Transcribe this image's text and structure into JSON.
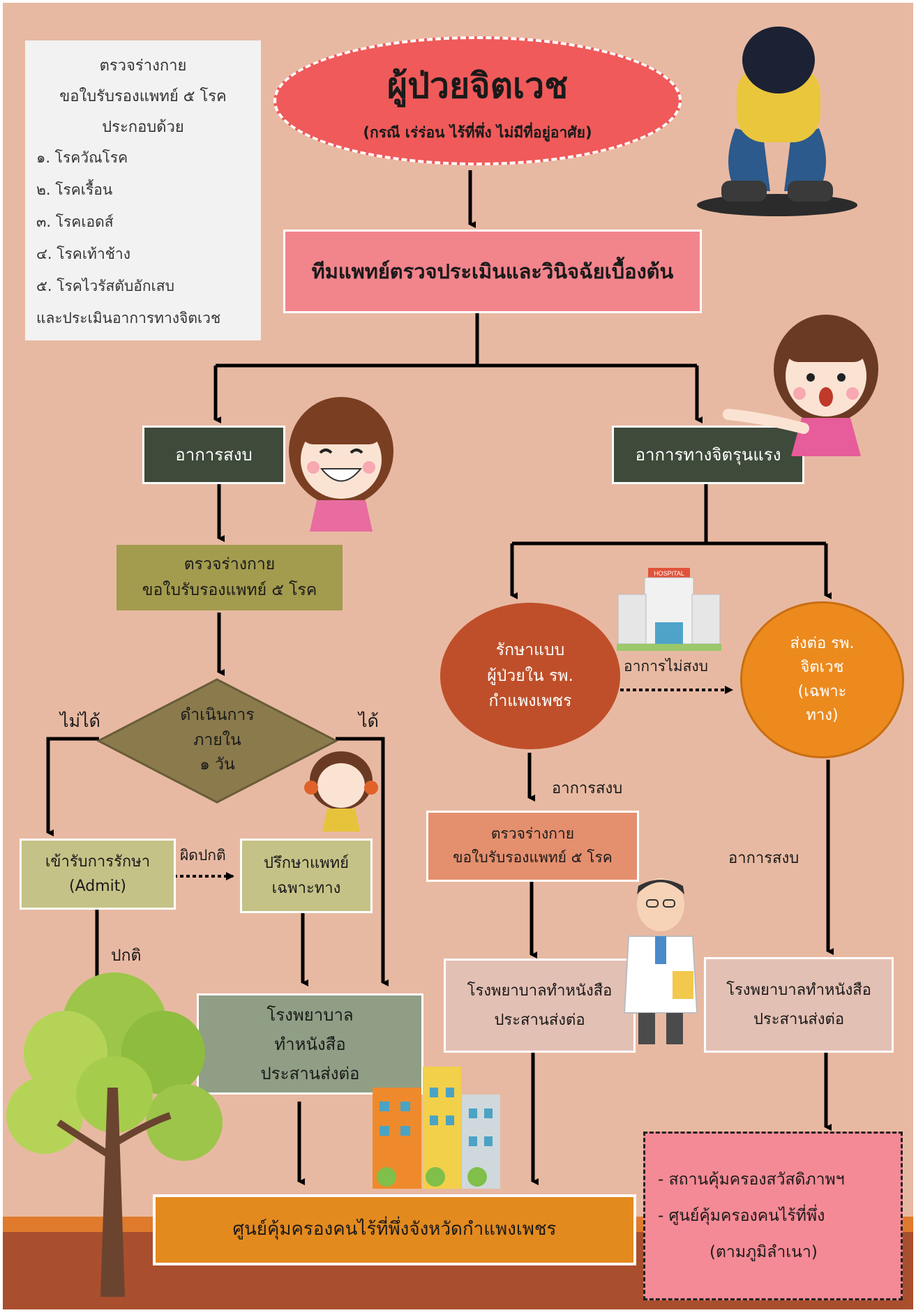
{
  "colors": {
    "background": "#e8b9a2",
    "ground_band": "#e07a2c",
    "ground": "#a94f2e",
    "title_ellipse": "#f05a5a",
    "team_box": "#f2848c",
    "calm_box": "#3e4a3a",
    "severe_box": "#3e4a3a",
    "olive_box": "#a39b4e",
    "diamond": "#8b7a4c",
    "khaki_box": "#c5c287",
    "ortho_box": "#8f9e84",
    "inpatient_circle": "#bf4f2a",
    "psych_circle": "#ec8a1e",
    "salmon_box": "#e48f6e",
    "pink_box": "#e3c0b4",
    "final_box": "#e38a1f",
    "shelter_box": "#f48a95"
  },
  "sidebar": {
    "lines": [
      "ตรวจร่างกาย",
      "ขอใบรับรองแพทย์ ๕ โรค",
      "ประกอบด้วย",
      "๑. โรควัณโรค",
      "๒. โรคเรื้อน",
      "๓. โรคเอดส์",
      "๔. โรคเท้าช้าง",
      "๕. โรคไวรัสตับอักเสบ",
      "และประเมินอาการทางจิตเวช"
    ]
  },
  "title": {
    "main": "ผู้ป่วยจิตเวช",
    "sub": "(กรณี เร่ร่อน ไร้ที่พึ่ง ไม่มีที่อยู่อาศัย)"
  },
  "nodes": {
    "team": "ทีมแพทย์ตรวจประเมินและวินิจฉัยเบื้องต้น",
    "calm": "อาการสงบ",
    "severe": "อาการทางจิตรุนแรง",
    "exam_left": "ตรวจร่างกาย\nขอใบรับรองแพทย์ ๕ โรค",
    "decision": "ดำเนินการ\nภายใน\n๑ วัน",
    "admit": "เข้ารับการรักษา\n(Admit)",
    "consult": "ปรึกษาแพทย์\nเฉพาะทาง",
    "hospital_left": "โรงพยาบาล\nทำหนังสือ\nประสานส่งต่อ",
    "inpatient": "รักษาแบบ\nผู้ป่วยใน รพ.\nกำแพงเพชร",
    "psych": "ส่งต่อ รพ.\nจิตเวช\n(เฉพาะ\nทาง)",
    "exam_mid": "ตรวจร่างกาย\nขอใบรับรองแพทย์ ๕ โรค",
    "hospital_mid": "โรงพยาบาลทำหนังสือ\nประสานส่งต่อ",
    "hospital_right": "โรงพยาบาลทำหนังสือ\nประสานส่งต่อ",
    "final": "ศูนย์คุ้มครองคนไร้ที่พึ่งจังหวัดกำแพงเพชร",
    "shelter_1": "- สถานคุ้มครองสวัสดิภาพฯ",
    "shelter_2": "- ศูนย์คุ้มครองคนไร้ที่พึ่ง",
    "shelter_3": "(ตามภูมิลำเนา)"
  },
  "edge_labels": {
    "cannot": "ไม่ได้",
    "can": "ได้",
    "abnormal": "ผิดปกติ",
    "normal": "ปกติ",
    "not_calm": "อาการไม่สงบ",
    "calm_mid": "อาการสงบ",
    "calm_right": "อาการสงบ"
  },
  "hospital_sign": "HOSPITAL"
}
